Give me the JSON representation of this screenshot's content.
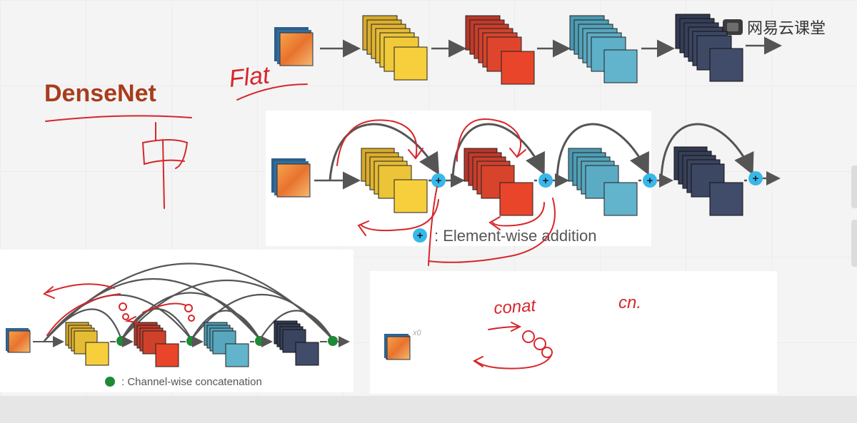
{
  "title": "DenseNet",
  "watermark": "网易云课堂",
  "legend_addition": ": Element-wise addition",
  "legend_concat": ": Channel-wise concatenation",
  "x0_label": "x0",
  "handwritten": [
    "Flat",
    "conat",
    "cn."
  ],
  "colors": {
    "title": "#a83c1c",
    "annotation": "#d7262a",
    "block1": "#f7cf3c",
    "block2": "#e3452b",
    "block3": "#5fb3cc",
    "block4": "#3f4a68",
    "plus_node": "#38b8e8",
    "concat_node": "#1f8a35",
    "arrow": "#555555"
  }
}
